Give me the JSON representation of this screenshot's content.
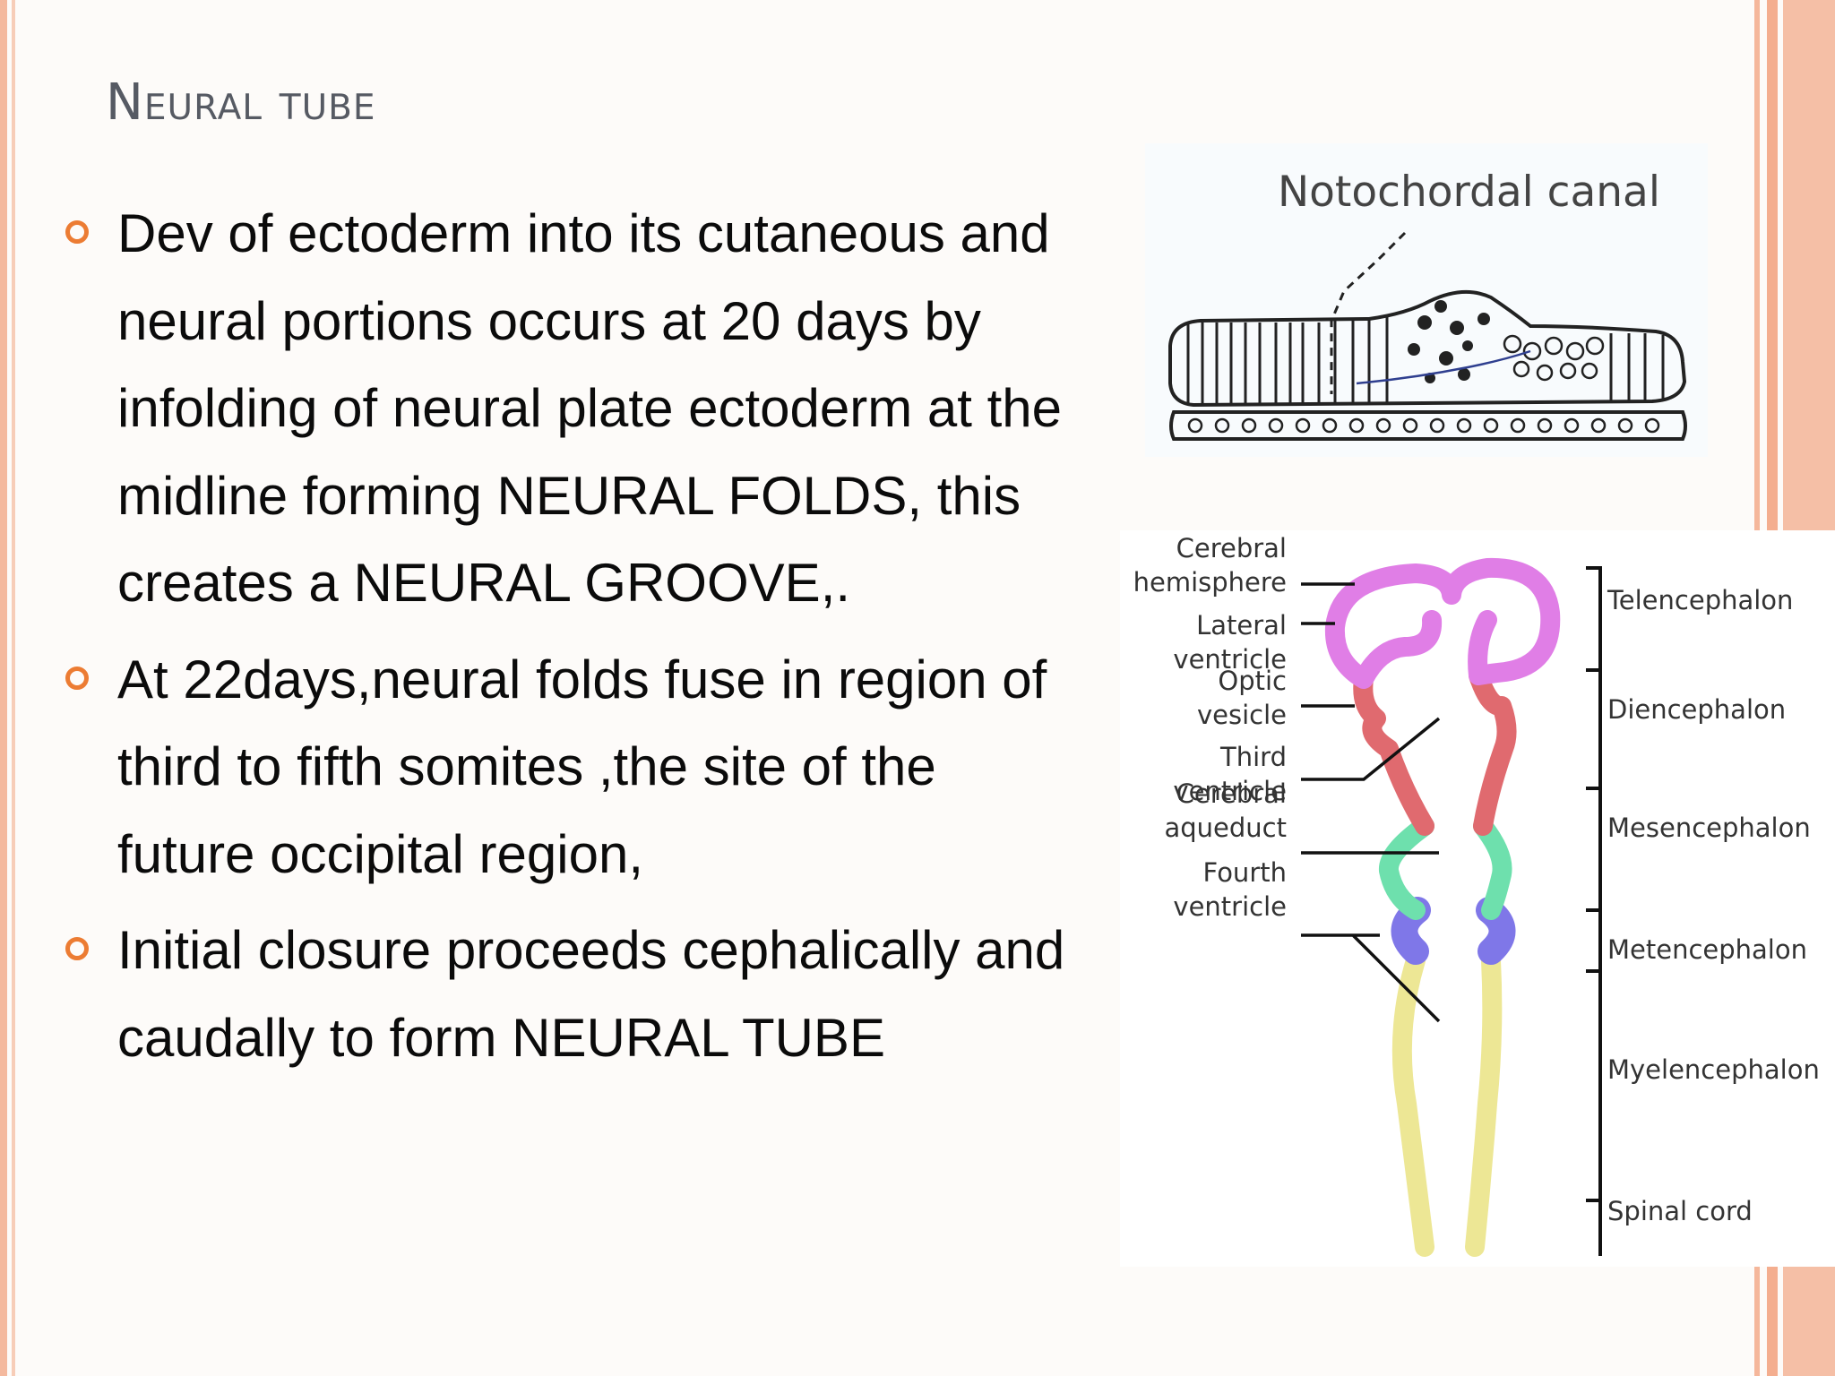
{
  "slide": {
    "title": "Neural tube",
    "bullets": [
      "Dev of ectoderm into its cutaneous and neural portions occurs at 20 days by infolding of neural plate ectoderm at the midline forming NEURAL FOLDS, this creates a NEURAL GROOVE,.",
      "At 22days,neural folds fuse in region of third to fifth somites ,the site of the future occipital region,",
      "Initial closure proceeds cephalically and caudally to form NEURAL TUBE"
    ]
  },
  "figure_top": {
    "label": "Notochordal  canal"
  },
  "figure_brain": {
    "left_labels": [
      [
        "Cerebral",
        "hemisphere"
      ],
      [
        "Lateral",
        "ventricle"
      ],
      [
        "Optic",
        "vesicle"
      ],
      [
        "Third",
        "ventricle"
      ],
      [
        "Cerebral",
        "aqueduct"
      ],
      [
        "Fourth",
        "ventricle"
      ]
    ],
    "right_labels": [
      "Telencephalon",
      "Diencephalon",
      "Mesencephalon",
      "Metencephalon",
      "Myelencephalon",
      "Spinal cord"
    ],
    "colors": {
      "telencephalon": "#e07ee6",
      "diencephalon": "#e06a6f",
      "mesencephalon": "#6ee0ad",
      "metencephalon": "#7f77e8",
      "spinal": "#ede795"
    }
  },
  "theme": {
    "accent": "#ec7c33",
    "title_color": "#565a63",
    "edge_color": "#f5b79b"
  }
}
